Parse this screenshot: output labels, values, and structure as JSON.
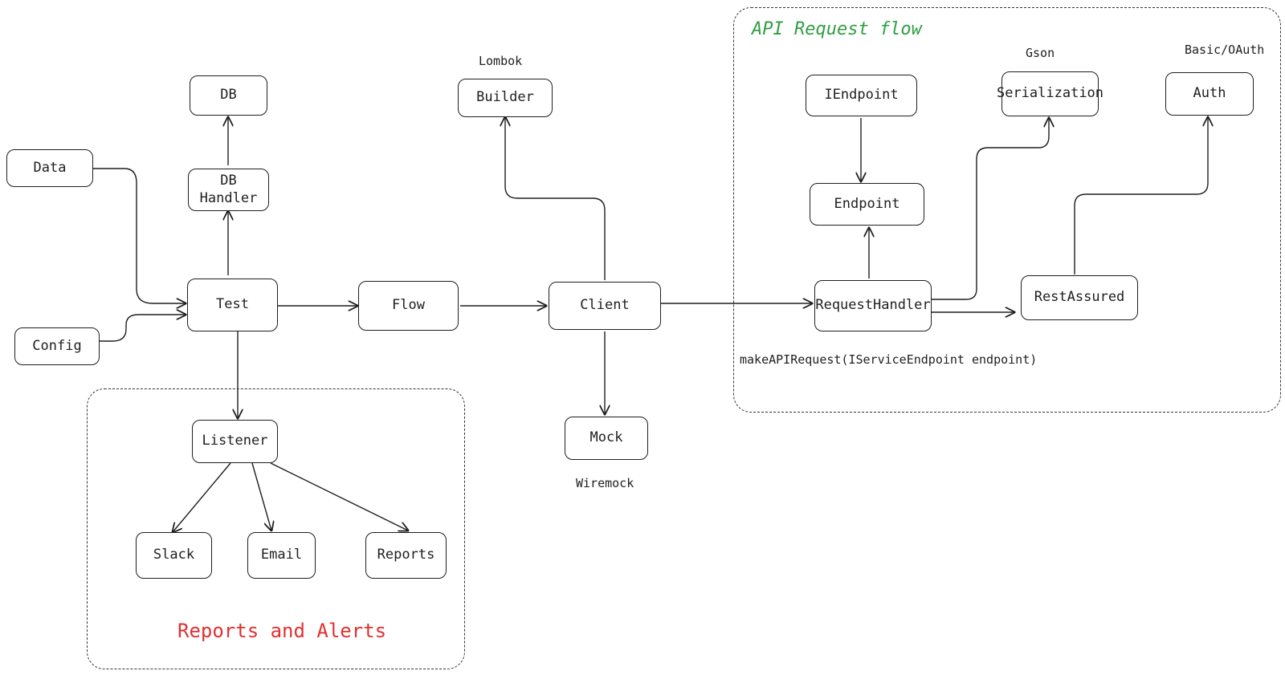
{
  "groups": {
    "api_request_flow": {
      "title": "API Request flow",
      "title_color": "#2f9e44"
    },
    "reports_and_alerts": {
      "title": "Reports and Alerts",
      "title_color": "#e03131"
    }
  },
  "nodes": {
    "db": "DB",
    "db_handler": "DB\nHandler",
    "data": "Data",
    "config": "Config",
    "test": "Test",
    "flow": "Flow",
    "client": "Client",
    "builder": "Builder",
    "mock": "Mock",
    "listener": "Listener",
    "slack": "Slack",
    "email": "Email",
    "reports": "Reports",
    "iendpoint": "IEndpoint",
    "endpoint": "Endpoint",
    "request_handler": "RequestHandler",
    "rest_assured": "RestAssured",
    "serialization": "Serialization",
    "auth": "Auth"
  },
  "annotations": {
    "lombok": "Lombok",
    "wiremock": "Wiremock",
    "gson": "Gson",
    "basic_oauth": "Basic/OAuth",
    "make_api_request": "makeAPIRequest(IServiceEndpoint endpoint)"
  }
}
